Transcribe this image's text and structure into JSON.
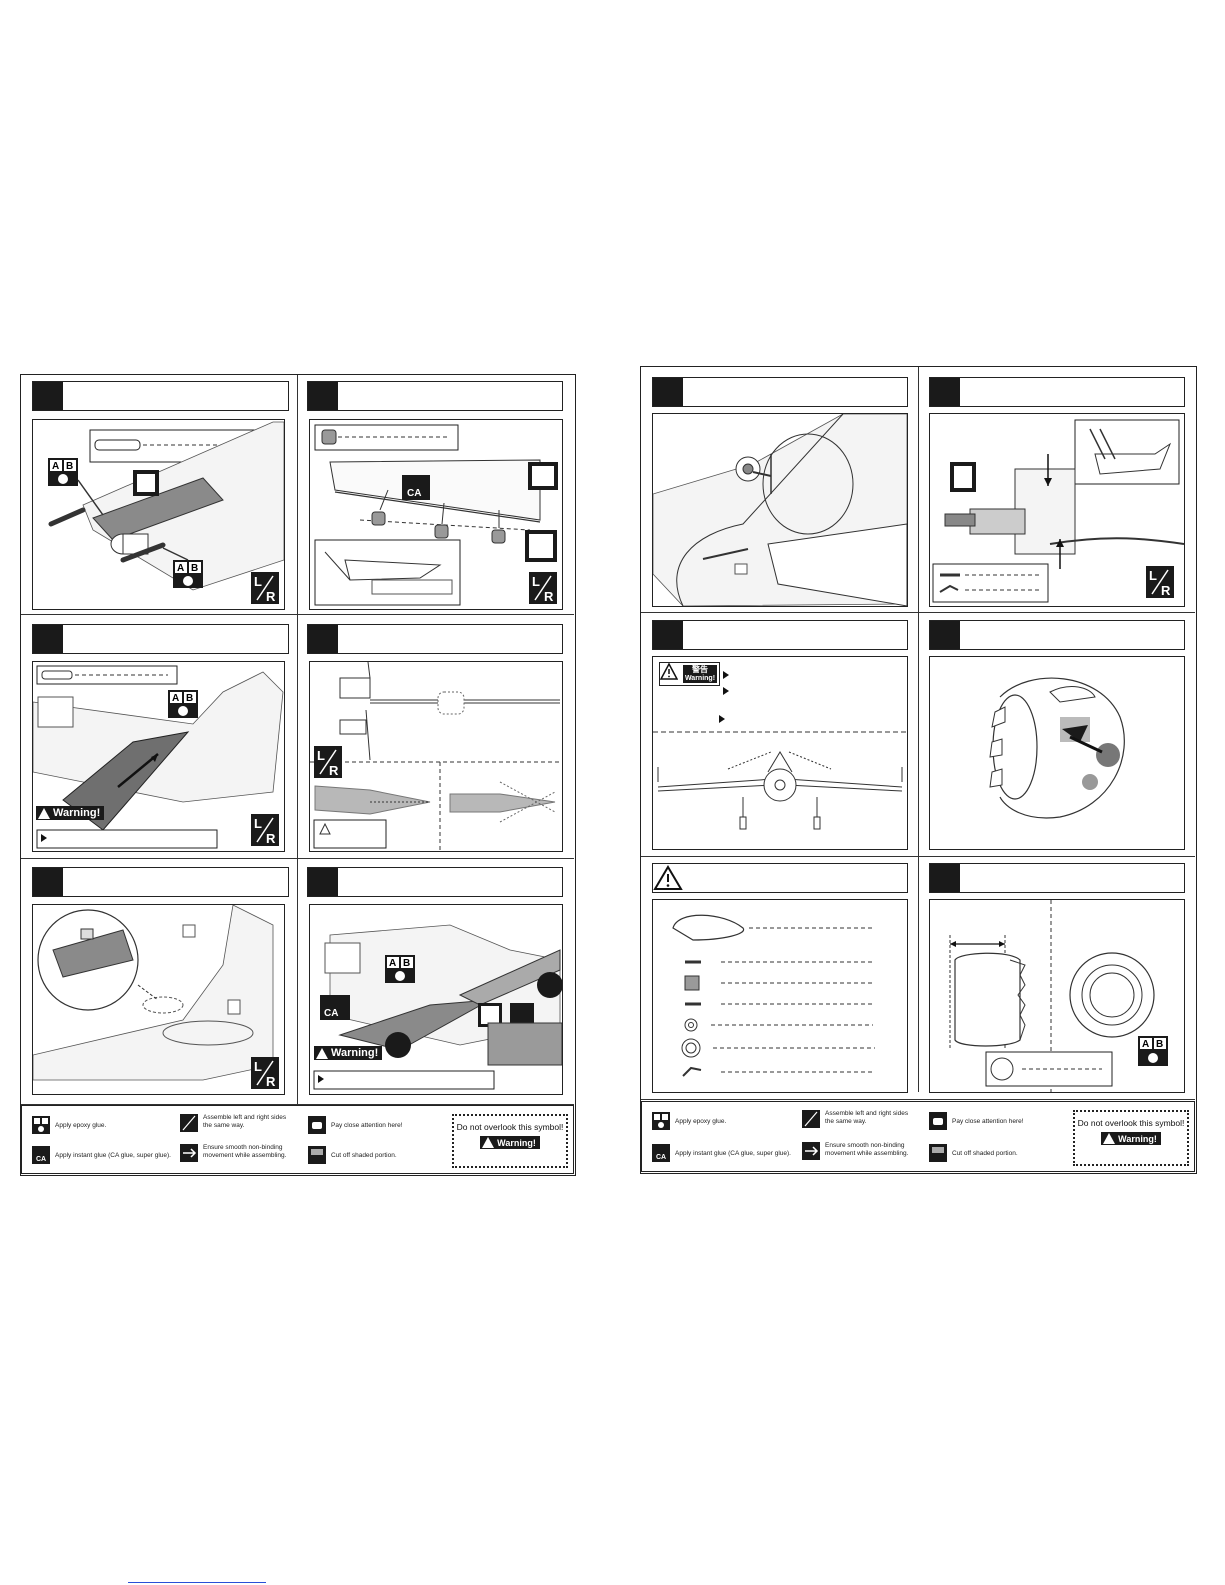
{
  "left_page": {
    "warning_label": "Warning!",
    "legend": {
      "epoxy": "Apply epoxy glue.",
      "instant": "Apply instant glue (CA glue, super glue).",
      "assemble": "Assemble left and right sides\nthe same way.",
      "smooth": "Ensure smooth non-binding\nmovement while assembling.",
      "attention": "Pay close attention here!",
      "cutoff": "Cut off shaded portion.",
      "overlook_text": "Do not overlook this symbol!",
      "overlook_badge": "Warning!"
    }
  },
  "right_page": {
    "warning_label": "Warning!",
    "jp_warning": "警告",
    "legend": {
      "epoxy": "Apply epoxy glue.",
      "instant": "Apply instant glue (CA glue, super glue).",
      "assemble": "Assemble left and right sides\nthe same way.",
      "smooth": "Ensure smooth non-binding\nmovement while assembling.",
      "attention": "Pay close attention here!",
      "cutoff": "Cut off shaded portion.",
      "overlook_text": "Do not overlook this symbol!",
      "overlook_badge": "Warning!"
    }
  },
  "symbols": {
    "epoxy_ab": "AB",
    "ca": "CA",
    "lr_l": "L",
    "lr_r": "R"
  },
  "icons": [
    "epoxy-ab-icon",
    "ca-glue-icon",
    "lr-icon",
    "smooth-arrow-icon",
    "pointing-hand-icon",
    "cut-shaded-icon",
    "warning-triangle-icon"
  ]
}
